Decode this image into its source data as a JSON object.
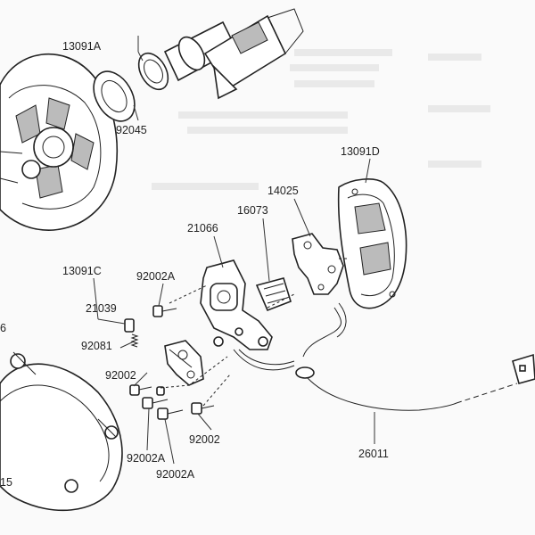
{
  "part_numbers": {
    "p13091a": "13091A",
    "p92045": "92045",
    "p13091d": "13091D",
    "p14025": "14025",
    "p16073": "16073",
    "p21066": "21066",
    "p13091c": "13091C",
    "p92002a_top": "92002A",
    "p21039": "21039",
    "p92081": "92081",
    "p92002_left": "92002",
    "p92002_right": "92002",
    "p92002a_bottom1": "92002A",
    "p92002a_bottom2": "92002A",
    "p26011": "26011",
    "p_edge_6": "6",
    "p_edge_15": "15"
  }
}
